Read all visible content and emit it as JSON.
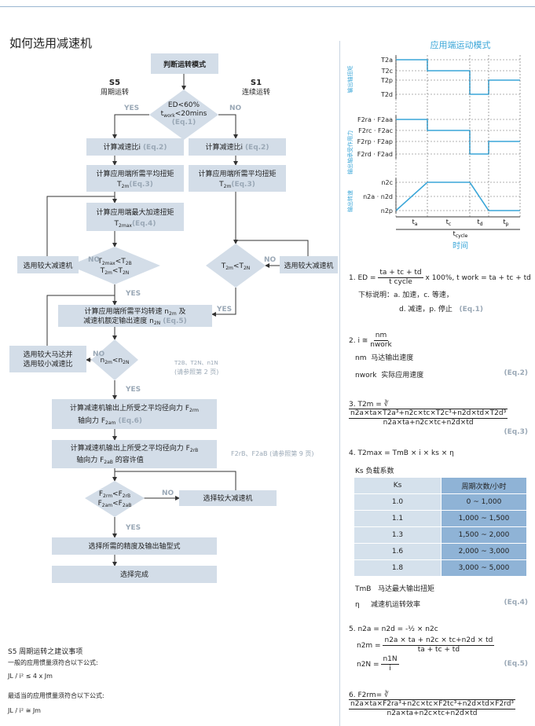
{
  "page_title": "如何选用减速机",
  "flow": {
    "start": "判断运转模式",
    "s5_code": "S5",
    "s5_name": "周期运转",
    "s1_code": "S1",
    "s1_name": "连续运转",
    "yes": "YES",
    "no": "NO",
    "d1_line1": "ED<60%",
    "d1_line2a": "t",
    "d1_line2sub": "work",
    "d1_line2b": "<20mins",
    "d1_eq": "(Eq.1)",
    "ratio_text": "计算减速比i",
    "ratio_eq": "(Eq.2)",
    "torque_text": "计算应用端所需平均扭矩",
    "torque_sym": "T",
    "torque_sub": "2m",
    "torque_eq": "(Eq.3)",
    "maxtorque_text": "计算应用端最大加速扭矩",
    "maxtorque_sym": "T",
    "maxtorque_sub": "2max",
    "maxtorque_eq": "(Eq.4)",
    "choose_bigger_reducer": "选用较大减速机",
    "d2_l1a": "T",
    "d2_l1s": "2max",
    "d2_l1b": "<T",
    "d2_l1s2": "2B",
    "d2_l2a": "T",
    "d2_l2s": "2m",
    "d2_l2b": "<T",
    "d2_l2s2": "2N",
    "d3_a": "T",
    "d3_s": "2m",
    "d3_b": "<T",
    "d3_s2": "2N",
    "speed_l1a": "计算应用端所需平均转速 n",
    "speed_l1s": "2m",
    "speed_l1b": " 及",
    "speed_l2a": "减速机额定输出速度 n",
    "speed_l2s": "2N",
    "speed_l2b": " (Eq.5)",
    "motor_l1": "选用较大马达并",
    "motor_l2": "选用较小减速比",
    "d4_a": "n",
    "d4_s": "2m",
    "d4_b": "<n",
    "d4_s2": "2N",
    "ref1": "T2B、T2N、n1N",
    "ref1_note": "(请参照第 2 页)",
    "force_l1a": "计算减速机输出上所受之平均径向力 F",
    "force_l1s": "2rm",
    "force_l2a": "轴向力 F",
    "force_l2s": "2am",
    "force_l2b": " (Eq.6)",
    "allow_l1a": "计算减速机输出上所受之平均径向力 F",
    "allow_l1s": "2rB",
    "allow_l2a": "轴向力 F",
    "allow_l2s": "2aB",
    "allow_l2b": " 的容许值",
    "ref2": "F2rB、F2aB (请参照第 9 页)",
    "d5_l1a": "F",
    "d5_l1s": "2rm",
    "d5_l1b": "<F",
    "d5_l1s2": "2rB",
    "d5_l2a": "F",
    "d5_l2s": "2am",
    "d5_l2b": "<F",
    "d5_l2s2": "2aB",
    "choose_reducer": "选择较大减速机",
    "precision": "选择所需的精度及输出轴型式",
    "done": "选择完成"
  },
  "motion": {
    "title": "应用端运动模式",
    "axis_torque": "输出轴扭矩",
    "axis_force": "输出轴承受作用力",
    "axis_speed": "输出转速",
    "t_labels": [
      "T2a",
      "T2c",
      "T2p",
      "T2d"
    ],
    "f_labels": [
      "F2ra · F2aa",
      "F2rc · F2ac",
      "F2rp · F2ap",
      "F2rd · F2ad"
    ],
    "n_labels": [
      "n2c",
      "n2a · n2d",
      "n2p"
    ],
    "segments": [
      "ta",
      "tc",
      "td",
      "tp"
    ],
    "cycle": "tcycle",
    "time": "时间",
    "line_color": "#3aa6d8"
  },
  "formulas": {
    "f1_prefix": "1. ED =",
    "f1_num": "ta + tc + td",
    "f1_den": "t cycle",
    "f1_rest": "x 100%, t work = ta + tc + td",
    "f1_desc1": "下标说明：a. 加速，c. 等速，",
    "f1_desc2": "d. 减速，p. 停止",
    "f1_eq": "(Eq.1)",
    "f2_prefix": "2. i ≅",
    "f2_num": "nm",
    "f2_den": "nwork",
    "f2_nm": "nm",
    "f2_nm_desc": "马达输出速度",
    "f2_nw": "nwork",
    "f2_nw_desc": "实际应用速度",
    "f2_eq": "(Eq.2)",
    "f3_prefix": "3. T2m = ∛",
    "f3_num": "n2a×ta×T2a³+n2c×tc×T2c³+n2d×td×T2d³",
    "f3_den": "n2a×ta+n2c×tc+n2d×td",
    "f3_eq": "(Eq.3)",
    "f4_text": "4. T2max = TmB × i × ks × η",
    "f4_ks": "Ks 负载系数",
    "f4_tmb": "TmB",
    "f4_tmb_desc": "马达最大输出扭矩",
    "f4_eta": "η",
    "f4_eta_desc": "减速机运转效率",
    "f4_eq": "(Eq.4)",
    "f5_line1": "5. n2a = n2d = -½ × n2c",
    "f5_l2_prefix": "n2m =",
    "f5_l2_num": "n2a × ta + n2c × tc+n2d × td",
    "f5_l2_den": "ta + tc + td",
    "f5_l3_prefix": "n2N =",
    "f5_l3_num": "n1N",
    "f5_l3_den": "i",
    "f5_eq": "(Eq.5)",
    "f6_prefix": "6. F2rm= ∛",
    "f6_num": "n2a×ta×F2ra³+n2c×tc×F2tc³+n2d×td×F2rd³",
    "f6_den": "n2a×ta+n2c×tc+n2d×td"
  },
  "ks_table": {
    "headers": [
      "Ks",
      "周期次数/小时"
    ],
    "rows": [
      [
        "1.0",
        "0 ~ 1,000"
      ],
      [
        "1.1",
        "1,000 ~ 1,500"
      ],
      [
        "1.3",
        "1,500 ~ 2,000"
      ],
      [
        "1.6",
        "2,000 ~ 3,000"
      ],
      [
        "1.8",
        "3,000 ~ 5,000"
      ]
    ]
  },
  "s5_notes": {
    "title": "S5 周期运转之建议事项",
    "line1": "一般的应用惯量须符合以下公式:",
    "formula1": "JL / i² ≤ 4 x Jm",
    "line2": "最适当的应用惯量须符合以下公式:",
    "formula2": "JL / i² ≅ Jm"
  }
}
